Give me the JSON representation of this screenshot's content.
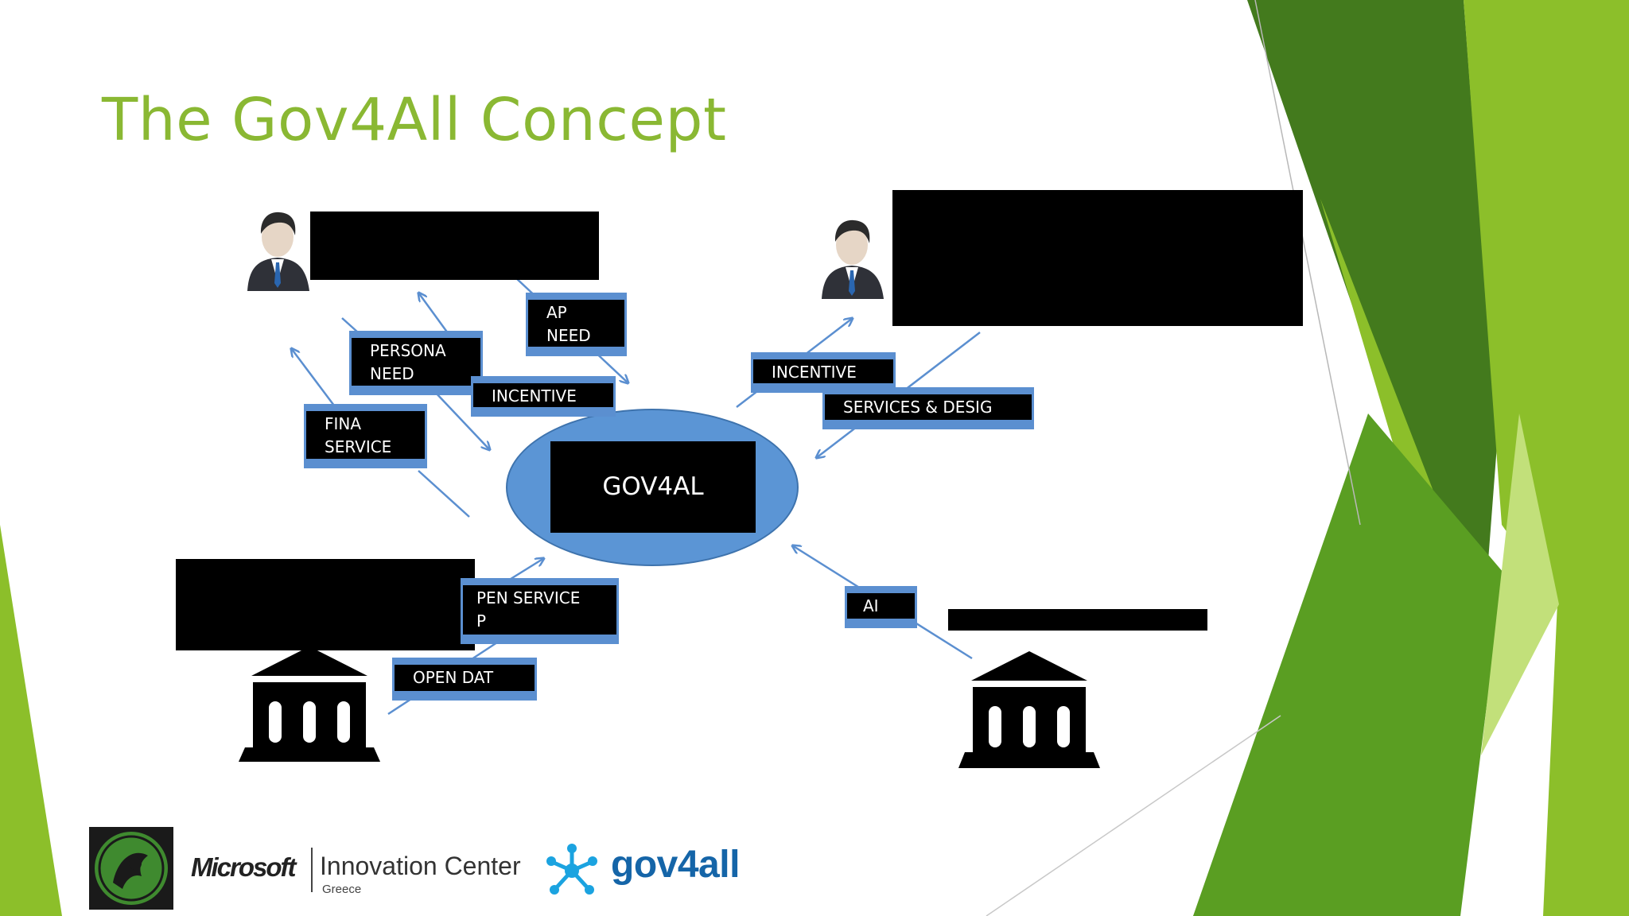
{
  "slide": {
    "title": "The Gov4All Concept"
  },
  "colors": {
    "title_green": "#8ab833",
    "dark_green": "#437a1d",
    "mid_green": "#8cbf2a",
    "light_green": "#c2e07a",
    "label_blue": "#5b8fd0",
    "ellipse_blue": "#5b95d5"
  },
  "diagram": {
    "center": "GOV4AL",
    "labels": {
      "ap_need": [
        "AP",
        "NEED"
      ],
      "personal_need": [
        "PERSONA",
        "NEED"
      ],
      "incentive_left": [
        "INCENTIVE"
      ],
      "fina_service": [
        "FINA",
        "SERVICE"
      ],
      "incentive_right": [
        "INCENTIVE"
      ],
      "services_design": [
        "SERVICES & DESIG"
      ],
      "open_service": [
        "PEN SERVICE",
        "P"
      ],
      "open_data": [
        "OPEN DAT"
      ],
      "ai": [
        "AI"
      ]
    },
    "icons": {
      "person_left": "businessman-icon",
      "person_right": "businessman-icon",
      "institution_left": "institution-building-icon",
      "institution_right": "institution-building-icon"
    }
  },
  "footer": {
    "seal_icon": "university-seal-icon",
    "microsoft_word": "Microsoft",
    "innovation_center": "Innovation Center",
    "innovation_sub": "Greece",
    "gov4all_icon": "network-nodes-icon",
    "gov4all_word": "gov4all"
  }
}
